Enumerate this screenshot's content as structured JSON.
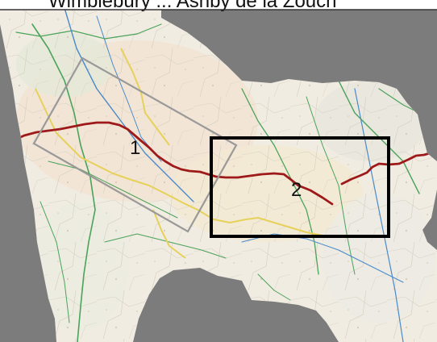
{
  "map": {
    "background_color": "#7c7c7c",
    "map_base_color": "#f1ece1",
    "route_color": "#9e1a1a",
    "frames": [
      {
        "label": "1",
        "color": "#999999"
      },
      {
        "label": "2",
        "color": "#000000"
      }
    ],
    "top_strip_text": "Wimblebury  ...  Ashby de la Zouch"
  }
}
